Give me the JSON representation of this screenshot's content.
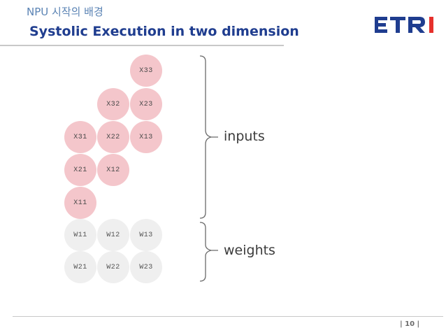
{
  "header": {
    "subtitle": "NPU 시작의 배경",
    "title": "Systolic Execution in two dimension"
  },
  "logo": {
    "text": "ETRI",
    "color": "#1f3d8f",
    "accent": "#e6302c"
  },
  "inputs": {
    "label": "inputs",
    "nodes": [
      "X33",
      "X32",
      "X23",
      "X31",
      "X22",
      "X13",
      "X21",
      "X12",
      "X11"
    ],
    "color": "#f4c6cb"
  },
  "weights": {
    "label": "weights",
    "nodes": [
      "W11",
      "W12",
      "W13",
      "W21",
      "W22",
      "W23"
    ],
    "color": "#efefef"
  },
  "footer": {
    "page": "|  10  |"
  }
}
